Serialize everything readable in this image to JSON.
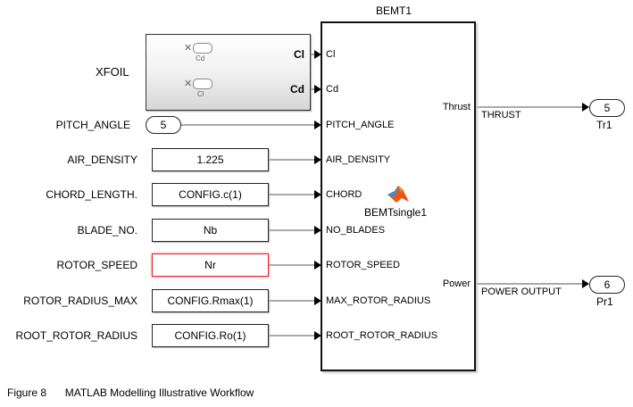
{
  "xfoil": {
    "label": "XFOIL",
    "outputs": [
      "Cl",
      "Cd"
    ],
    "internal_tags": [
      "Cd",
      "Cl"
    ]
  },
  "inputs": [
    {
      "label": "PITCH_ANGLE",
      "value": "5",
      "type": "from-tag",
      "port": "PITCH_ANGLE",
      "error": false
    },
    {
      "label": "AIR_DENSITY",
      "value": "1.225",
      "type": "constant",
      "port": "AIR_DENSITY",
      "error": false
    },
    {
      "label": "CHORD_LENGTH.",
      "value": "CONFIG.c(1)",
      "type": "constant",
      "port": "CHORD",
      "error": false
    },
    {
      "label": "BLADE_NO.",
      "value": "Nb",
      "type": "constant",
      "port": "NO_BLADES",
      "error": false
    },
    {
      "label": "ROTOR_SPEED",
      "value": "Nr",
      "type": "constant",
      "port": "ROTOR_SPEED",
      "error": true
    },
    {
      "label": "ROTOR_RADIUS_MAX",
      "value": "CONFIG.Rmax(1)",
      "type": "constant",
      "port": "MAX_ROTOR_RADIUS",
      "error": false
    },
    {
      "label": "ROOT_ROTOR_RADIUS",
      "value": "CONFIG.Ro(1)",
      "type": "constant",
      "port": "ROOT_ROTOR_RADIUS",
      "error": false
    }
  ],
  "bemt": {
    "title": "BEMT1",
    "in_ports": [
      "Cl",
      "Cd"
    ],
    "function_name": "BEMTsingle1",
    "out_ports": [
      "Thrust",
      "Power"
    ]
  },
  "outputs": [
    {
      "signal": "THRUST",
      "port_number": "5",
      "name": "Tr1"
    },
    {
      "signal": "POWER OUTPUT",
      "port_number": "6",
      "name": "Pr1"
    }
  ],
  "caption": {
    "figure": "Figure 8",
    "text": "MATLAB Modelling Illustrative Workflow"
  }
}
